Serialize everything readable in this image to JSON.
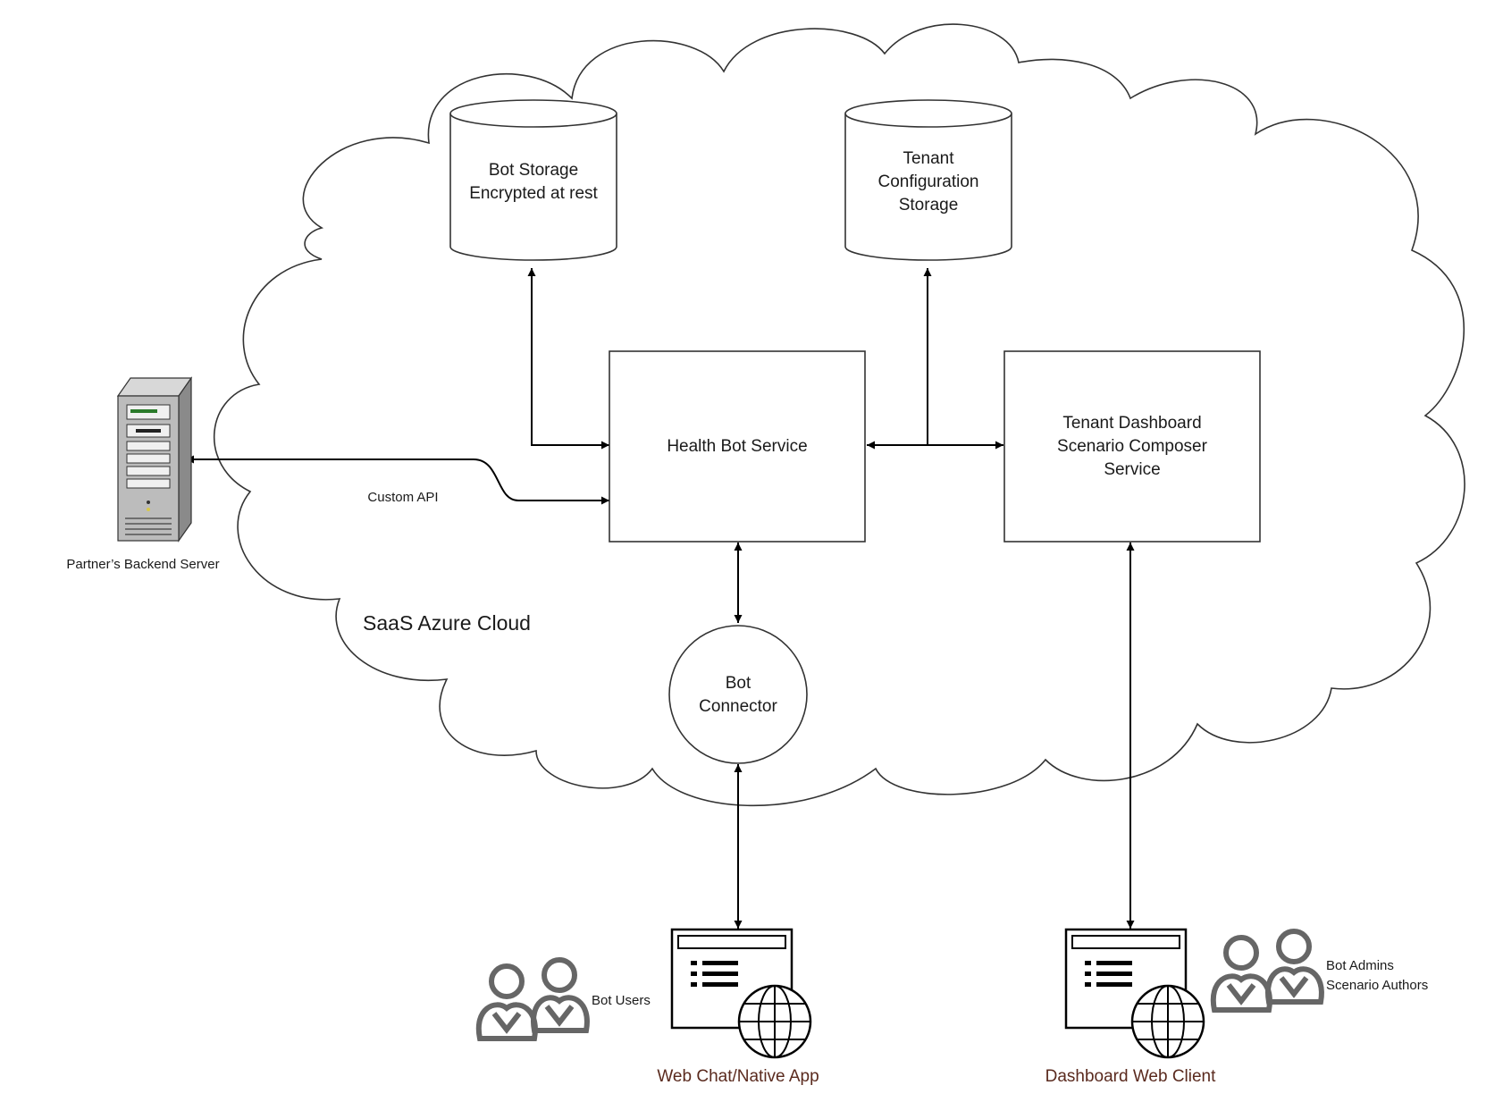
{
  "cloud": {
    "label": "SaaS Azure Cloud"
  },
  "nodes": {
    "bot_storage": {
      "lines": [
        "Bot Storage",
        "Encrypted at rest"
      ]
    },
    "tenant_config_storage": {
      "lines": [
        "Tenant",
        "Configuration",
        "Storage"
      ]
    },
    "health_bot_service": {
      "label": "Health Bot Service"
    },
    "tenant_dashboard": {
      "lines": [
        "Tenant Dashboard",
        "Scenario Composer",
        "Service"
      ]
    },
    "bot_connector": {
      "lines": [
        "Bot",
        "Connector"
      ]
    },
    "partner_server": {
      "label": "Partner’s Backend Server"
    },
    "web_chat": {
      "label": "Web Chat/Native App"
    },
    "dashboard_client": {
      "label": "Dashboard Web Client"
    }
  },
  "edges": {
    "custom_api": {
      "label": "Custom API"
    }
  },
  "actors": {
    "bot_users": {
      "label": "Bot Users"
    },
    "bot_admins": {
      "lines": [
        "Bot Admins",
        "Scenario Authors"
      ]
    }
  }
}
